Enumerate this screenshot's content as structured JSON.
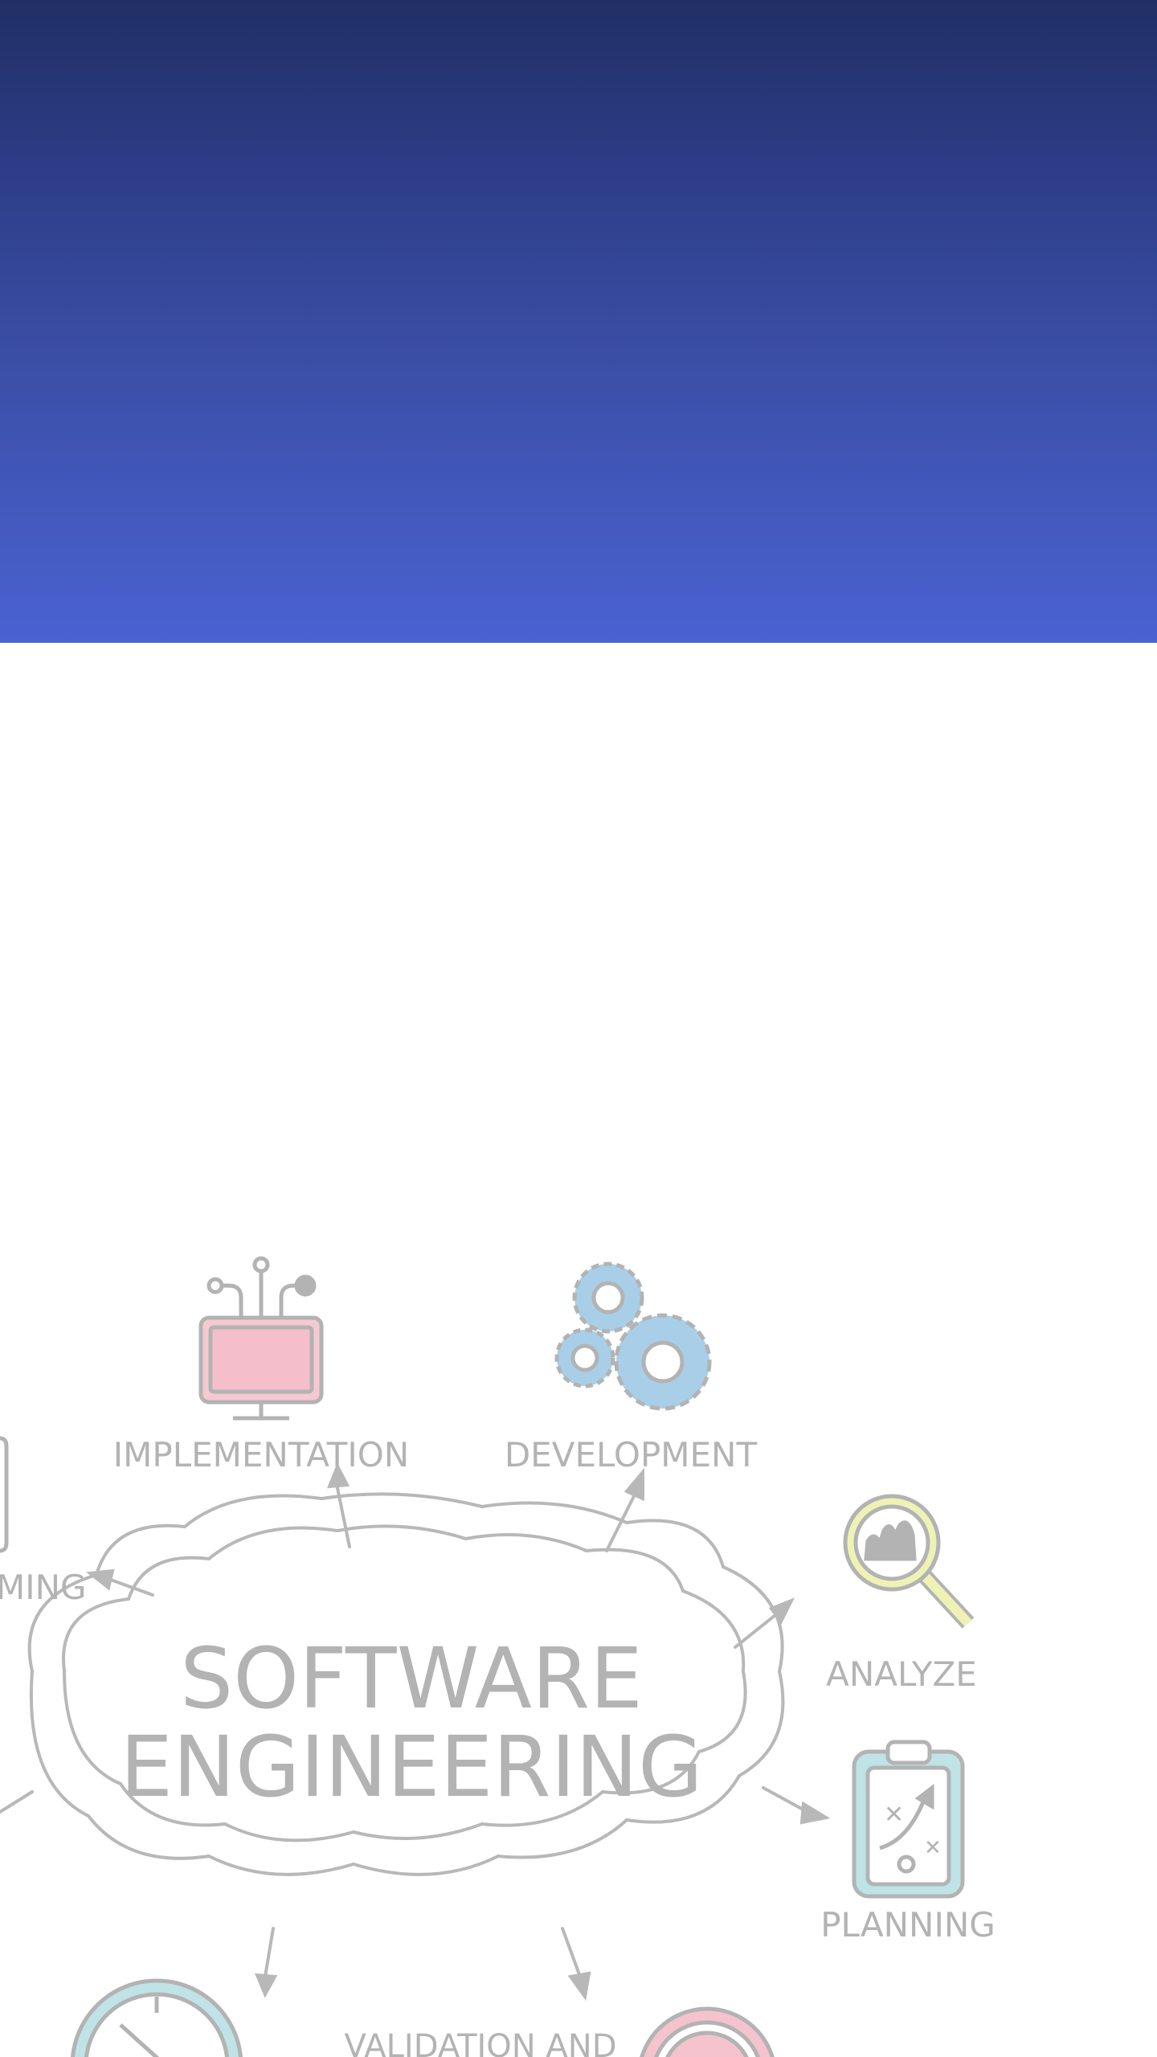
{
  "illustration": {
    "center_title_line1": "SOFTWARE",
    "center_title_line2": "ENGINEERING",
    "labels": {
      "implementation": "IMPLEMENTATION",
      "development": "DEVELOPMENT",
      "analyze": "ANALYZE",
      "planning": "PLANNING",
      "programming_partial": "MING",
      "validation_partial": "VALIDATION AND"
    },
    "icons": [
      "computer-monitor-icon",
      "gears-icon",
      "magnifier-chart-icon",
      "clipboard-plan-icon",
      "stopwatch-icon",
      "target-icon"
    ],
    "colors": {
      "hero_top": "#212f65",
      "hero_bottom": "#4a62d2",
      "sketch_gray": "#b3b3b3",
      "pink": "#f5c3cd",
      "blue": "#a9cfe8",
      "yellow": "#eef2b5",
      "teal": "#bfe3e6"
    }
  }
}
